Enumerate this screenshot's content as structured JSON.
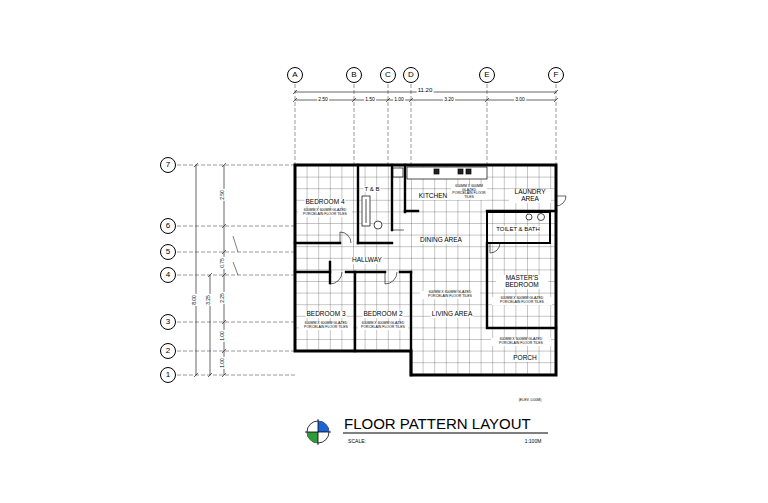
{
  "diagram": {
    "title": "FLOOR PATTERN LAYOUT",
    "nodes": [
      {
        "text": [
          "A"
        ]
      },
      {
        "text": [
          "B"
        ]
      },
      {
        "text": [
          "C"
        ]
      },
      {
        "text": [
          "D"
        ]
      },
      {
        "text": [
          "E"
        ]
      },
      {
        "text": [
          "F"
        ]
      },
      {
        "text": [
          "7"
        ]
      },
      {
        "text": [
          "6"
        ]
      },
      {
        "text": [
          "5"
        ]
      },
      {
        "text": [
          "4"
        ]
      },
      {
        "text": [
          "3"
        ]
      },
      {
        "text": [
          "2"
        ]
      },
      {
        "text": [
          "1"
        ]
      }
    ],
    "edges": [],
    "labels": [
      "11.20",
      "2.50",
      "1.50",
      "1.00",
      "3.20",
      "3.00",
      "8.00",
      "2.50",
      "0.75",
      "3.25",
      "2.25",
      "1.00",
      "1.00",
      "BEDROOM 4",
      "600MM X 600MM GLAZED PORCELAIN FLOOR TILES",
      "T & B",
      "KITCHEN",
      "600MM X 600MM GLAZED PORCELAIN FLOOR TILES",
      "LAUNDRY AREA",
      "DINING AREA",
      "TOILET & BATH",
      "HALLWAY",
      "MASTER'S BEDROOM",
      "600MM X 600MM GLAZED PORCELAIN FLOOR TILES",
      "BEDROOM 3",
      "600MM X 600MM GLAZED PORCELAIN FLOOR TILES",
      "BEDROOM 2",
      "600MM X 600MM GLAZED PORCELAIN FLOOR TILES",
      "LIVING AREA",
      "600MM X 600MM GLAZED PORCELAIN FLOOR TILES",
      "600MM X 600MM GLAZED PORCELAIN FLOOR TILES",
      "PORCH",
      "(ELEV. 0.00M)",
      "SCALE:",
      "1:100M"
    ]
  }
}
